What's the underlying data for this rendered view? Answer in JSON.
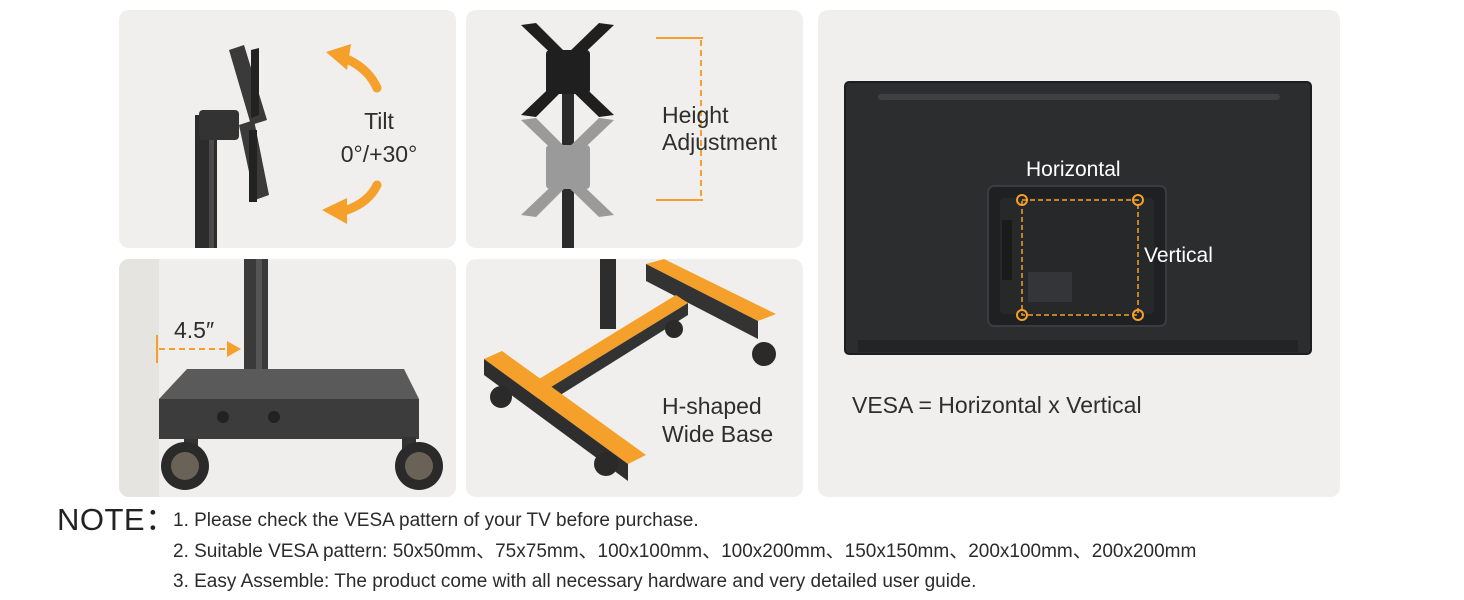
{
  "panels": {
    "tilt": {
      "label_line1": "Tilt",
      "label_line2": "0°/+30°"
    },
    "height": {
      "label_line1": "Height",
      "label_line2": "Adjustment"
    },
    "offset": {
      "measure": "4.5″"
    },
    "base": {
      "label_line1": "H-shaped",
      "label_line2": "Wide Base"
    },
    "vesa": {
      "horizontal": "Horizontal",
      "vertical": "Vertical",
      "formula": "VESA = Horizontal x Vertical"
    }
  },
  "note": {
    "heading": "NOTE：",
    "items": [
      "1. Please check the VESA pattern of your TV before purchase.",
      "2. Suitable VESA pattern: 50x50mm、75x75mm、100x100mm、100x200mm、150x150mm、200x100mm、200x200mm",
      "3. Easy Assemble: The product come with all necessary hardware and very detailed user guide."
    ]
  },
  "colors": {
    "panel_bg": "#f0efed",
    "accent_orange": "#f5a02a",
    "metal_dark": "#2f2f2f",
    "tv_body": "#2a2c2e"
  }
}
